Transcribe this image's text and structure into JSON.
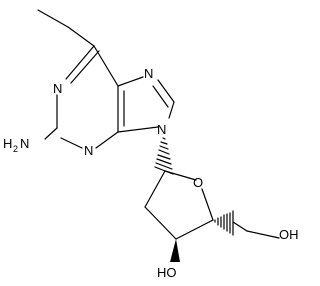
{
  "structure": {
    "atoms": {
      "n1": "N",
      "n3": "N",
      "n7": "N",
      "n9": "N",
      "nh2_h": "H",
      "nh2_sub": "2",
      "nh2_n": "N",
      "o_ring": "O",
      "oh3": "HO",
      "oh5": "OH"
    }
  },
  "colors": {
    "bond": "#000000",
    "text": "#000000",
    "background": "#ffffff"
  }
}
